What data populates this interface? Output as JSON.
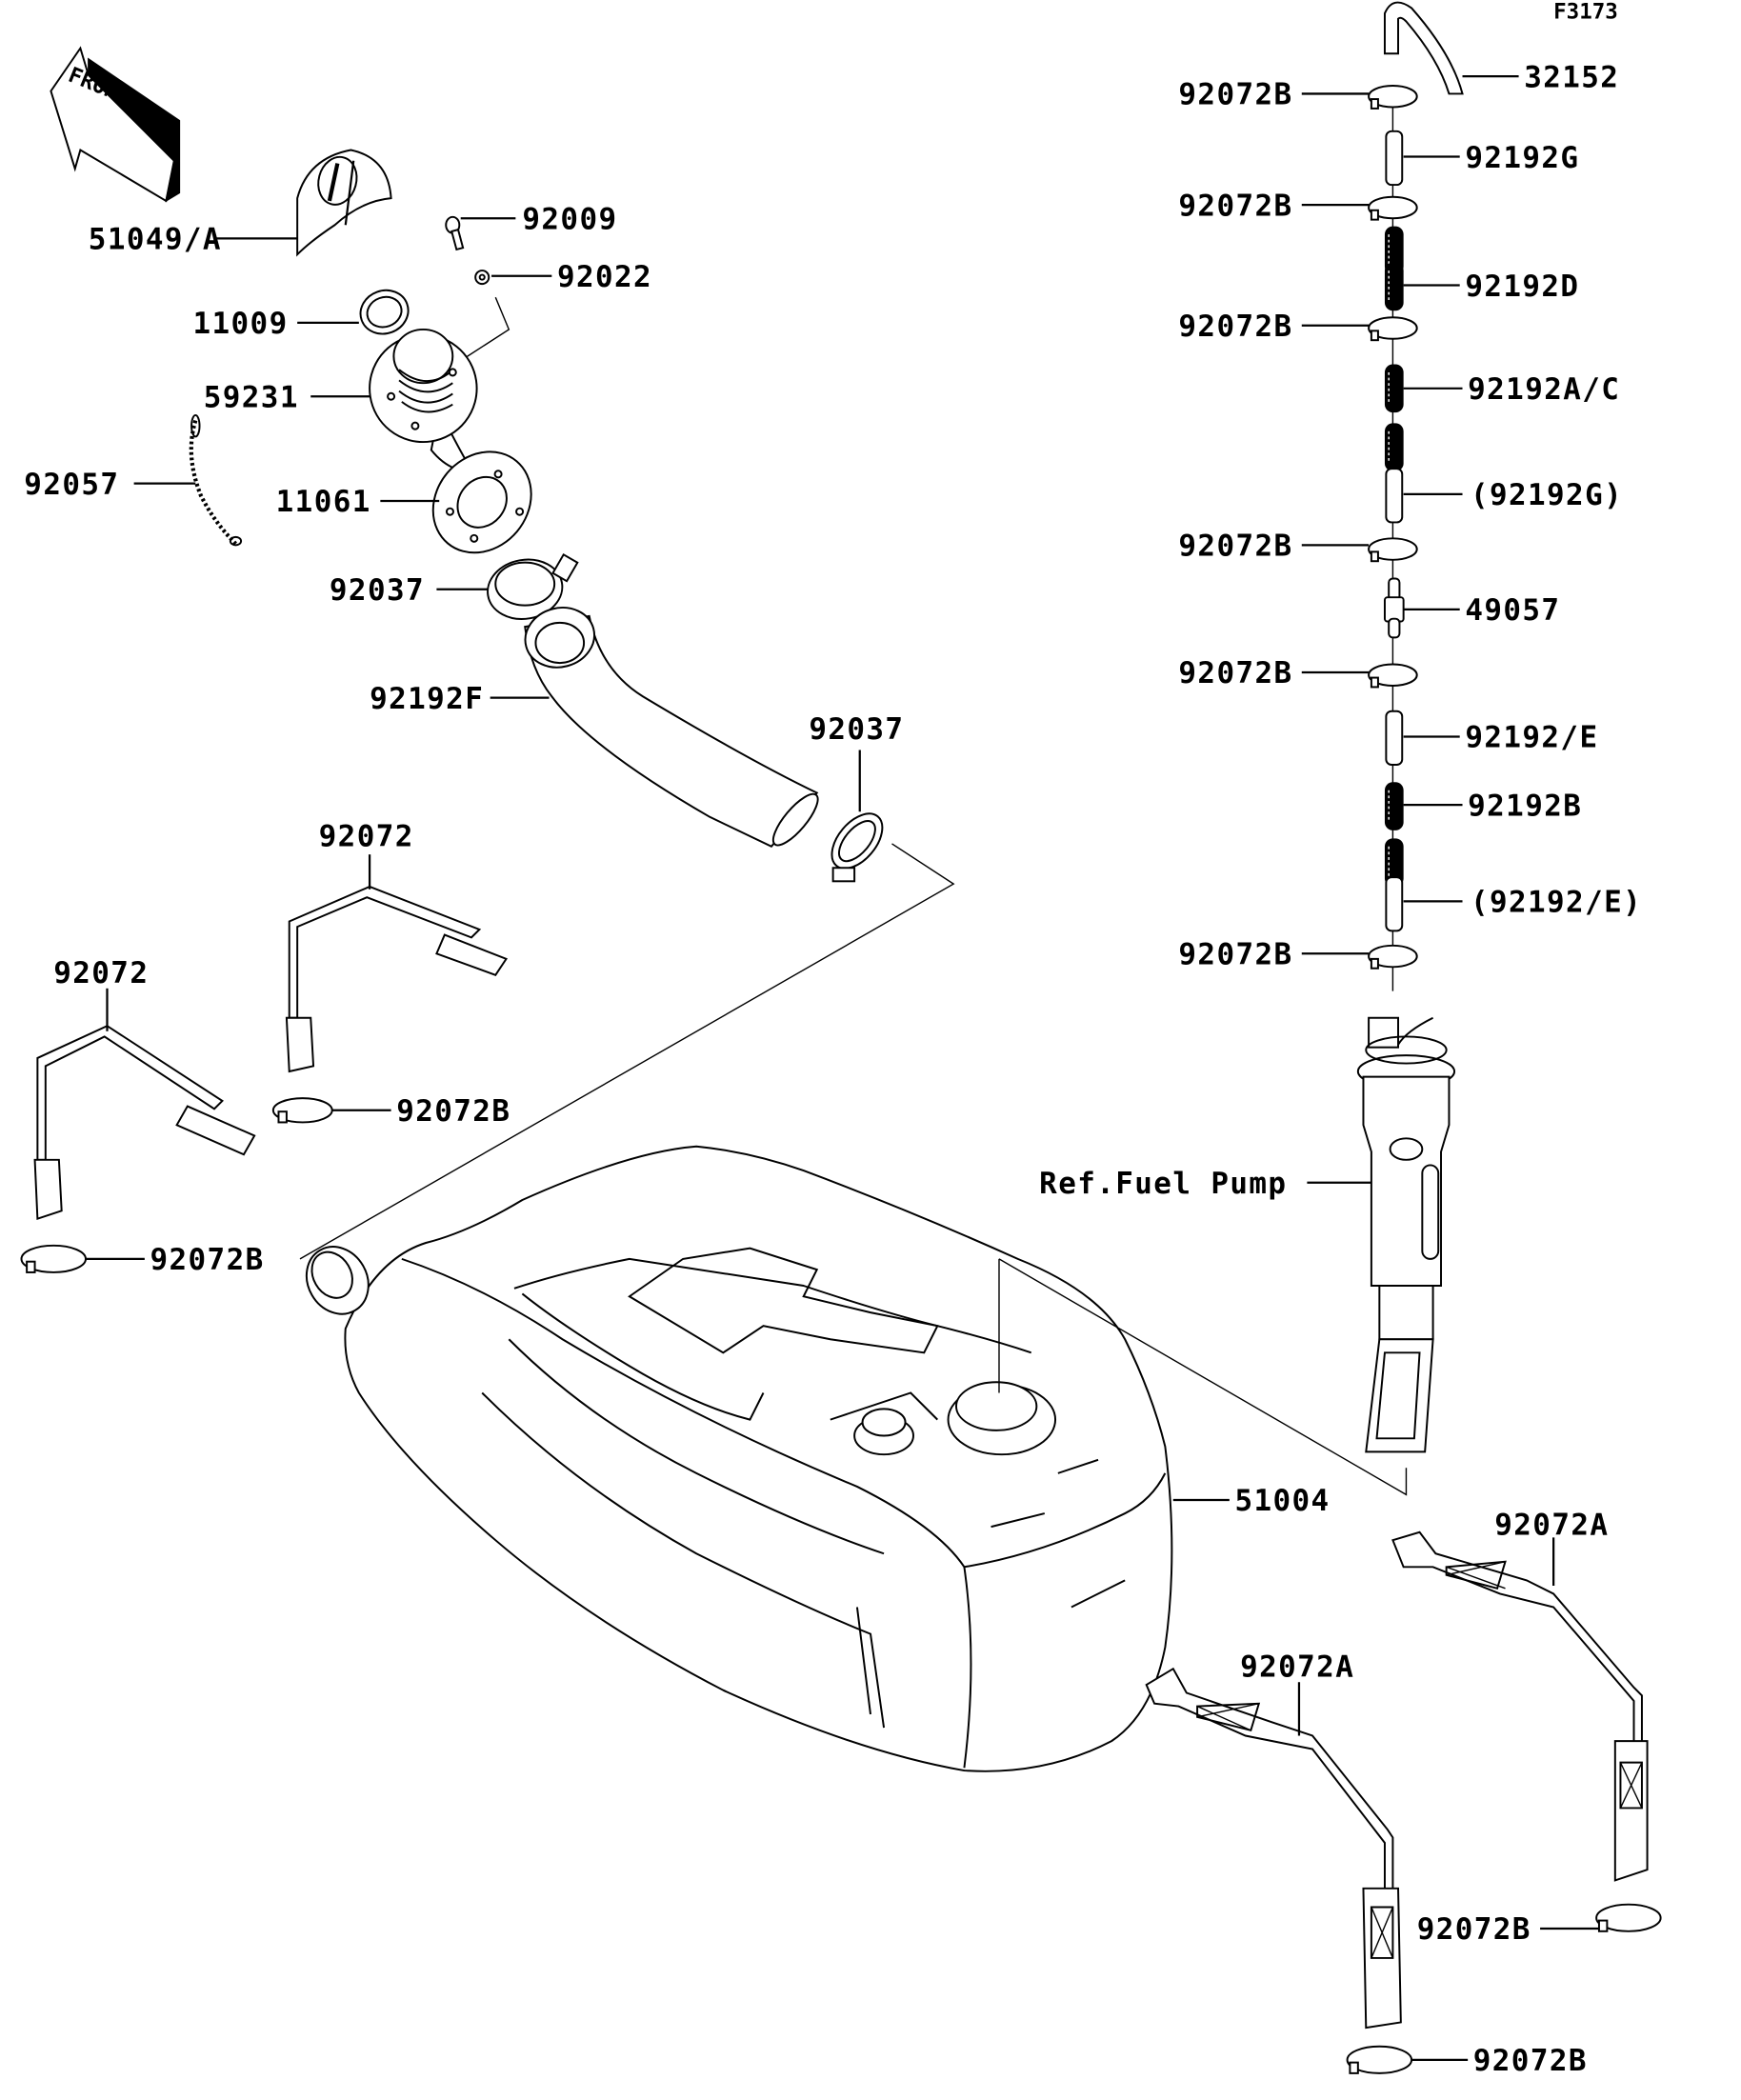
{
  "figure_code": "F3173",
  "front_indicator": "FRONT",
  "parts": {
    "cap": "51049/A",
    "screw": "92009",
    "nut": "92022",
    "gasket_ring": "11009",
    "filler_neck": "59231",
    "chain": "92057",
    "gasket_plate": "11061",
    "clamp_upper": "92037",
    "filler_hose": "92192F",
    "clamp_lower": "92037",
    "band_upper_left": "92072",
    "band_lower_left": "92072",
    "clip_left_1": "92072B",
    "clip_left_2": "92072B",
    "fuel_tank": "51004",
    "band_right_1": "92072A",
    "band_right_2": "92072A",
    "clip_right_1": "92072B",
    "clip_right_2": "92072B",
    "fuel_pump_ref": "Ref.Fuel Pump"
  },
  "hose_column": [
    {
      "label": "32152"
    },
    {
      "label": "92072B"
    },
    {
      "label": "92192G"
    },
    {
      "label": "92072B"
    },
    {
      "label": "92192D"
    },
    {
      "label": "92072B"
    },
    {
      "label": "92192A/C"
    },
    {
      "label": "(92192G)"
    },
    {
      "label": "92072B"
    },
    {
      "label": "49057"
    },
    {
      "label": "92072B"
    },
    {
      "label": "92192/E"
    },
    {
      "label": "92192B"
    },
    {
      "label": "(92192/E)"
    },
    {
      "label": "92072B"
    }
  ]
}
